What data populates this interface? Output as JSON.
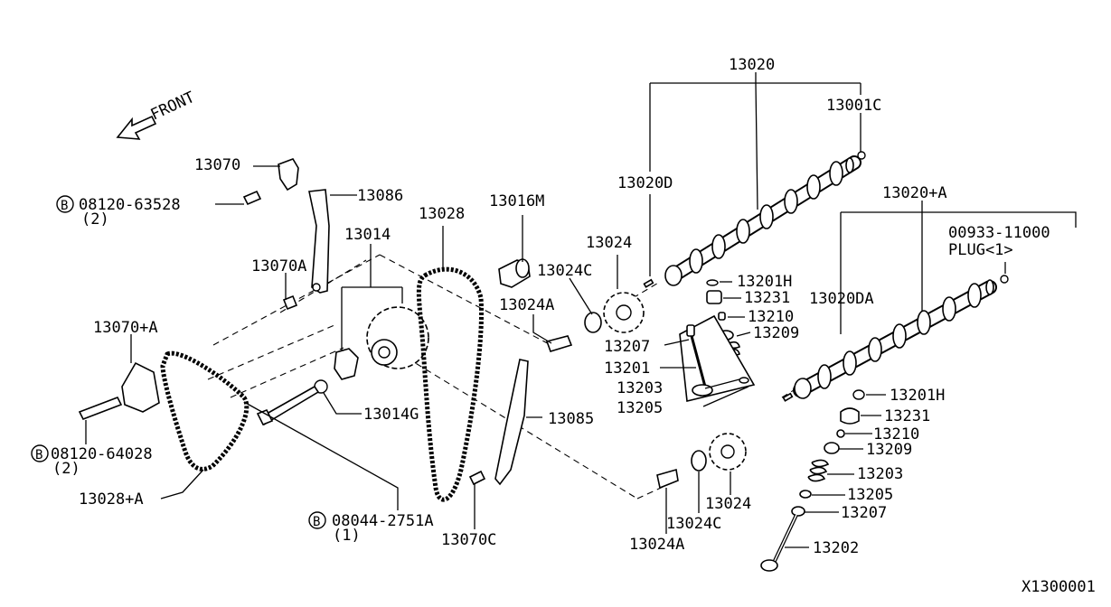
{
  "direction_label": "FRONT",
  "footer_code": "X1300001",
  "bolt_symbol": "B",
  "labels": {
    "l13020": "13020",
    "l13001C": "13001C",
    "l13020D": "13020D",
    "l13020A": "13020+A",
    "l00933": "00933-11000",
    "lPlug": "PLUG<1>",
    "l13070": "13070",
    "l08120_63528": "08120-63528",
    "l08120_63528_qty": "(2)",
    "l13086": "13086",
    "l13028": "13028",
    "l13016M": "13016M",
    "l13014": "13014",
    "l13024_top": "13024",
    "l13070A": "13070A",
    "l13024C_top": "13024C",
    "l13201H_top": "13201H",
    "l13024A_top": "13024A",
    "l13231_top": "13231",
    "l13020DA": "13020DA",
    "l13210_top": "13210",
    "l13070PA": "13070+A",
    "l13209_top": "13209",
    "l13207_top": "13207",
    "l13201": "13201",
    "l13203_top": "13203",
    "l13205_top": "13205",
    "l13201H_bot": "13201H",
    "l13231_bot": "13231",
    "l13014G": "13014G",
    "l13085": "13085",
    "l13210_bot": "13210",
    "l08120_64028": "08120-64028",
    "l08120_64028_qty": "(2)",
    "l13209_bot": "13209",
    "l13203_bot": "13203",
    "l13028A": "13028+A",
    "l13205_bot": "13205",
    "l13024_bot": "13024",
    "l13207_bot": "13207",
    "l08044": "08044-2751A",
    "l08044_qty": "(1)",
    "l13024C_bot": "13024C",
    "l13070C": "13070C",
    "l13024A_bot": "13024A",
    "l13202": "13202"
  }
}
